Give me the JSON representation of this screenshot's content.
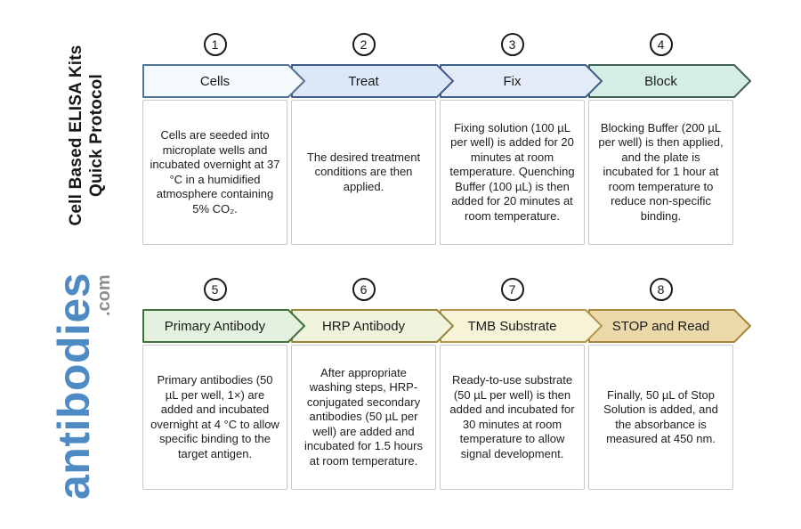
{
  "title": {
    "line1": "Cell Based ELISA Kits",
    "line2": "Quick Protocol"
  },
  "branding": {
    "logo_text": "antibodies",
    "logo_suffix": ".com",
    "logo_color": "#4E8BC4",
    "suffix_color": "#8E8E8E"
  },
  "steps": [
    {
      "number": "1",
      "label": "Cells",
      "description": "Cells are seeded into microplate wells and incubated overnight at 37 °C in a humidified atmosphere containing 5% CO₂.",
      "fill": "#F4F9FC",
      "border": "#517394"
    },
    {
      "number": "2",
      "label": "Treat",
      "description": "The desired treatment conditions are then applied.",
      "fill": "#DCE7F8",
      "border": "#3E5C88"
    },
    {
      "number": "3",
      "label": "Fix",
      "description": "Fixing solution (100 µL per well) is added for 20 minutes at room temperature. Quenching Buffer (100 µL) is then added for 20 minutes at room temperature.",
      "fill": "#E4EBF8",
      "border": "#3D6187"
    },
    {
      "number": "4",
      "label": "Block",
      "description": "Blocking Buffer (200 µL per well) is then applied, and the plate is incubated for 1 hour at room temperature to reduce non-specific binding.",
      "fill": "#D5EEE5",
      "border": "#42605A"
    },
    {
      "number": "5",
      "label": "Primary Antibody",
      "description": "Primary antibodies (50 µL per well, 1×) are added and incubated overnight at 4 °C to allow specific binding to the target antigen.",
      "fill": "#E3F1DE",
      "border": "#426F3B"
    },
    {
      "number": "6",
      "label": "HRP Antibody",
      "description": "After appropriate washing steps, HRP-conjugated secondary antibodies (50 µL per well) are added and incubated for 1.5 hours at room temperature.",
      "fill": "#EFF3DC",
      "border": "#97853A"
    },
    {
      "number": "7",
      "label": "TMB Substrate",
      "description": "Ready-to-use substrate (50 µL per well) is then added and incubated for 30 minutes at room temperature to allow signal development.",
      "fill": "#F7F3D6",
      "border": "#B2974C"
    },
    {
      "number": "8",
      "label": "STOP and Read",
      "description": "Finally, 50 µL of Stop Solution is added, and the absorbance is measured at 450 nm.",
      "fill": "#EBD9A9",
      "border": "#A8863C"
    }
  ]
}
